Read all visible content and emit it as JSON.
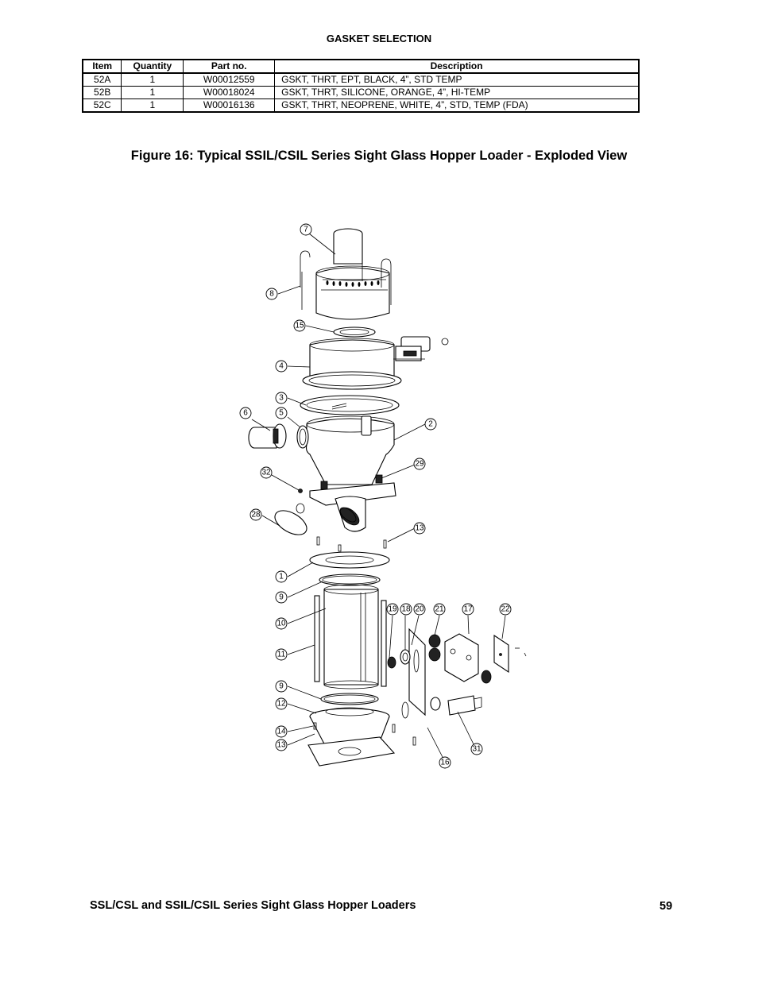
{
  "section_title": "GASKET SELECTION",
  "table": {
    "headers": [
      "Item",
      "Quantity",
      "Part no.",
      "Description"
    ],
    "rows": [
      [
        "52A",
        "1",
        "W00012559",
        "GSKT, THRT, EPT, BLACK, 4”, STD TEMP"
      ],
      [
        "52B",
        "1",
        "W00018024",
        "GSKT, THRT, SILICONE, ORANGE, 4”, HI-TEMP"
      ],
      [
        "52C",
        "1",
        "W00016136",
        "GSKT, THRT, NEOPRENE, WHITE, 4”, STD, TEMP (FDA)"
      ]
    ]
  },
  "figure_caption": "Figure 16:  Typical SSIL/CSIL Series Sight Glass Hopper Loader - Exploded View",
  "callouts": [
    "7",
    "8",
    "15",
    "4",
    "3",
    "6",
    "5",
    "2",
    "29",
    "32",
    "28",
    "13",
    "1",
    "9",
    "10",
    "19",
    "18",
    "20",
    "21",
    "17",
    "22",
    "11",
    "9",
    "12",
    "14",
    "13",
    "31",
    "16"
  ],
  "footer": {
    "title": "SSL/CSL and SSIL/CSIL Series Sight Glass Hopper Loaders",
    "page_number": "59"
  }
}
